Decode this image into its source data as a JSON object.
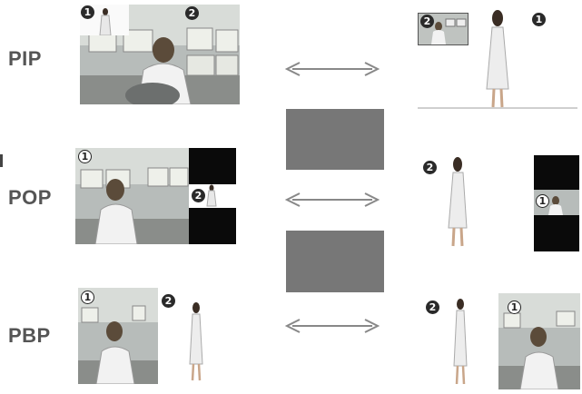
{
  "modes": [
    {
      "id": "pip",
      "label": "PIP"
    },
    {
      "id": "pop",
      "label": "POP"
    },
    {
      "id": "pbp",
      "label": "PBP"
    }
  ],
  "badges": {
    "one": "1",
    "two": "2"
  },
  "colors": {
    "label": "#555555",
    "arrow": "#888888",
    "gray_box": "#777777",
    "black_panel": "#0a0a0a"
  },
  "icons": [
    "double-arrow-icon"
  ]
}
